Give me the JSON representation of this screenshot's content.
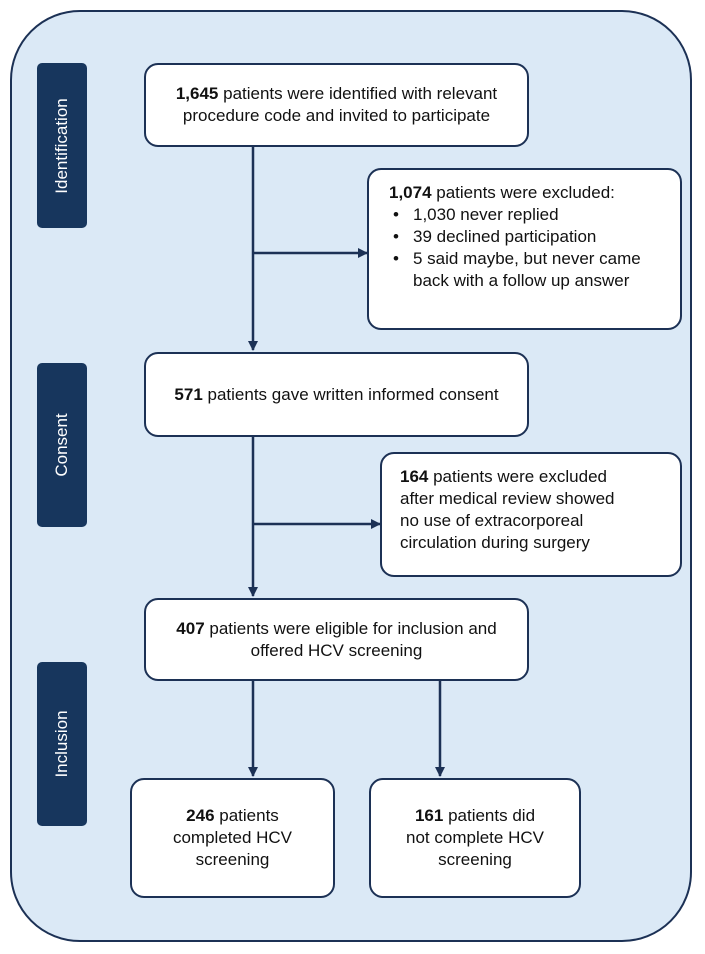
{
  "stages": {
    "identification": "Identification",
    "consent": "Consent",
    "inclusion": "Inclusion"
  },
  "identified": {
    "count": "1,645",
    "text_line1": " patients were identified with relevant",
    "text_line2": "procedure code and invited to participate"
  },
  "excluded_first": {
    "count": "1,074",
    "text": " patients were excluded:",
    "bullets": [
      "1,030 never replied",
      "39 declined participation",
      "5 said maybe, but never came back with a follow up answer"
    ]
  },
  "consent": {
    "count": "571",
    "text": " patients gave written informed consent"
  },
  "excluded_second": {
    "count": "164",
    "text_line1": " patients were excluded",
    "text_line2": "after medical review  showed",
    "text_line3": "no use of extracorporeal",
    "text_line4": "circulation during surgery"
  },
  "eligible": {
    "count": "407",
    "text_line1": " patients were eligible for inclusion and",
    "text_line2": "offered HCV screening"
  },
  "completed": {
    "count": "246",
    "text_line1": " patients",
    "text_line2": "completed HCV",
    "text_line3": "screening"
  },
  "not_completed": {
    "count": "161",
    "text_line1": " patients did",
    "text_line2": "not complete HCV",
    "text_line3": "screening"
  },
  "colors": {
    "panel_background": "#dbe9f6",
    "stage_label": "#17365d",
    "border": "#1c3155",
    "arrow": "#1c3155"
  }
}
